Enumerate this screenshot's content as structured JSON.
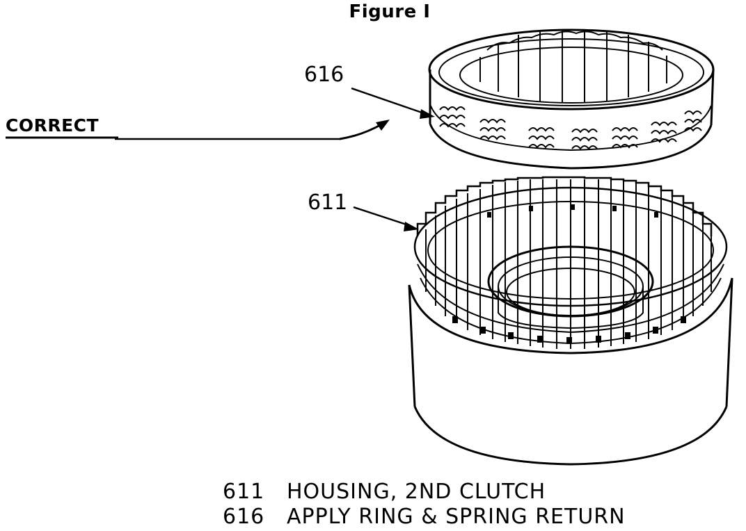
{
  "figure": {
    "title": "Figure I",
    "correct_label": "CORRECT"
  },
  "callouts": [
    {
      "number": "616"
    },
    {
      "number": "611"
    }
  ],
  "legend": [
    {
      "number": "611",
      "description": "HOUSING, 2ND CLUTCH"
    },
    {
      "number": "616",
      "description": "APPLY RING & SPRING RETURN"
    }
  ]
}
